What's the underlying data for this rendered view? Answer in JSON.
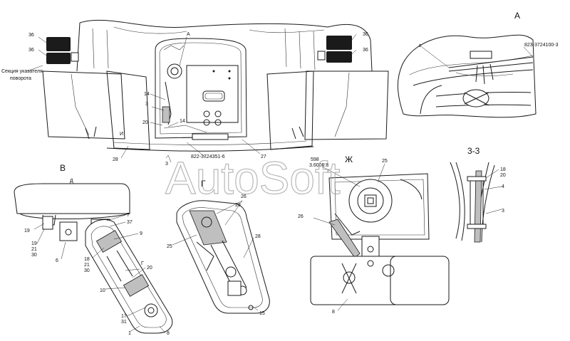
{
  "watermark": "AutoSoft",
  "views": {
    "A": "А",
    "B": "В",
    "G": "Г",
    "Zh": "Ж",
    "section": "3-3"
  },
  "labels": {
    "l36a": "36",
    "l36b": "36",
    "l36c": "36",
    "l36d": "36",
    "side_signal_1": "Секция указателя",
    "side_signal_2": "поворота",
    "a_mark": "А",
    "l14a": "14",
    "l14b": "14",
    "l3": "3",
    "l20": "20",
    "l28": "28",
    "lI": "И",
    "l27": "27",
    "part_822_6": "822-3724351-6",
    "l3b": "3",
    "ref_v": "в",
    "part_823_3": "823-3724100-3",
    "l598": "598",
    "l598sub": "3.6006.8",
    "l25a": "25",
    "l18a": "18",
    "l20a": "20",
    "l4": "4",
    "l3c": "3",
    "d": "Д",
    "l19": "19",
    "l7": "7",
    "l37": "37",
    "l9": "9",
    "l19b": "19",
    "l21": "21",
    "l30": "30",
    "l6": "6",
    "l18b": "18",
    "l21b": "21",
    "l30b": "30",
    "g_small": "Г",
    "l20b": "20",
    "l10": "10",
    "l17": "17",
    "l31": "31",
    "l1": "1",
    "l8": "8",
    "l26a": "26",
    "l26b": "26",
    "l25b": "25",
    "l28b": "28",
    "l15": "15",
    "l26c": "26",
    "l8b": "8"
  }
}
